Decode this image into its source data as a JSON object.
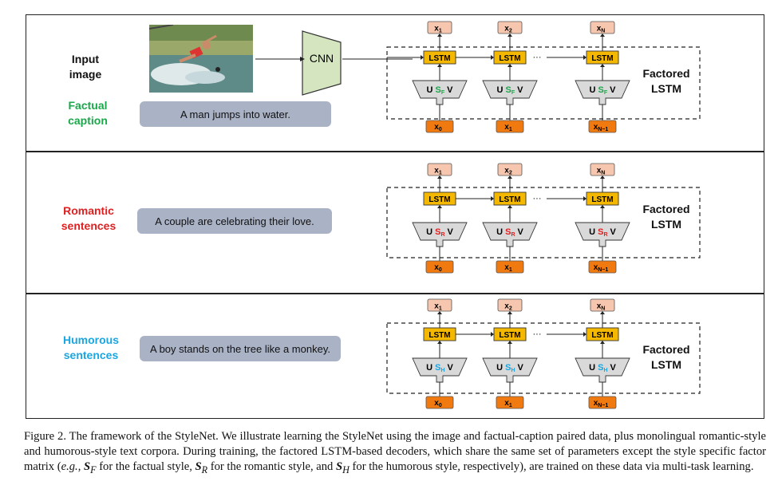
{
  "panel1": {
    "input_label_1": "Input",
    "input_label_2": "image",
    "caption_label_1": "Factual",
    "caption_label_2": "caption",
    "sentence": "A man jumps into water.",
    "cnn": "CNN",
    "factored_1": "Factored",
    "factored_2": "LSTM",
    "style_sub": "F",
    "style_color": "#1aa84a"
  },
  "panel2": {
    "label_1": "Romantic",
    "label_2": "sentences",
    "sentence": "A couple are celebrating their love.",
    "factored_1": "Factored",
    "factored_2": "LSTM",
    "style_sub": "R",
    "style_color": "#e02020"
  },
  "panel3": {
    "label_1": "Humorous",
    "label_2": "sentences",
    "sentence": "A boy stands on the tree like a monkey.",
    "factored_1": "Factored",
    "factored_2": "LSTM",
    "style_sub": "H",
    "style_color": "#1aa6e0"
  },
  "decoder": {
    "lstm": "LSTM",
    "outputs": [
      "x",
      "x",
      "x"
    ],
    "output_subs": [
      "1",
      "2",
      "N"
    ],
    "inputs": [
      "x",
      "x",
      "x"
    ],
    "input_subs": [
      "0",
      "1",
      "N−1"
    ],
    "ellipsis": "···",
    "factor_u": "U",
    "factor_s": "S",
    "factor_v": "V"
  },
  "colors": {
    "lstm_fill": "#f5b800",
    "output_fill": "#f7c6ae",
    "input_fill": "#f07a10",
    "cnn_fill": "#d5e5c0",
    "bubble_fill": "#aab3c6",
    "factual": "#1aa84a",
    "romantic": "#e02020",
    "humorous": "#1aa6e0"
  },
  "caption": {
    "p1": "Figure 2. The framework of the StyleNet.  We illustrate learning the StyleNet using the image and factual-caption paired data, plus monolingual romantic-style and humorous-style text corpora. During training, the factored LSTM-based decoders, which share the same set of parameters except the style specific factor matrix (",
    "eg": "e.g.",
    "p2": ", ",
    "sf": "S",
    "sf_sub": "F",
    "p3": " for the factual style, ",
    "sr": "S",
    "sr_sub": "R",
    "p4": " for the romantic style, and ",
    "sh": "S",
    "sh_sub": "H",
    "p5": " for the humorous style, respectively), are trained on these data via multi-task learning."
  }
}
